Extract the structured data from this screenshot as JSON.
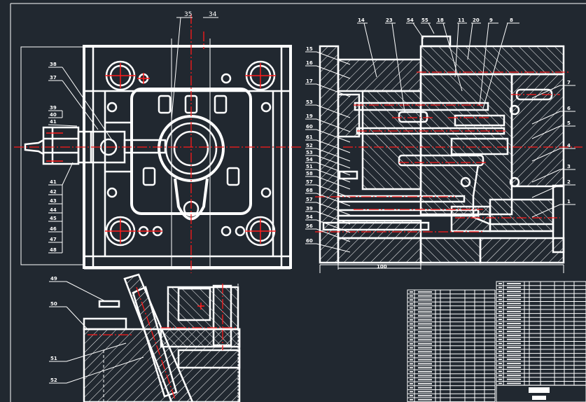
{
  "drawing": {
    "front_view": {
      "top_labels": [
        "35",
        "34"
      ],
      "left_labels_upper": [
        "38",
        "37",
        "39",
        "40",
        "41"
      ],
      "left_labels_lower": [
        "41",
        "42",
        "43",
        "44",
        "45",
        "46",
        "47",
        "48"
      ]
    },
    "side_view": {
      "top_labels": [
        "14",
        "23",
        "54",
        "55",
        "18",
        "11",
        "20",
        "9",
        "8"
      ],
      "left_labels": [
        "15",
        "16",
        "17",
        "53",
        "19",
        "60",
        "61",
        "52",
        "53",
        "54",
        "51",
        "58",
        "57",
        "68",
        "57",
        "39",
        "54",
        "56",
        "60"
      ],
      "right_labels": [
        "7",
        "6",
        "5",
        "4",
        "3",
        "2",
        "1"
      ],
      "dimension_label": "100"
    },
    "detail_view": {
      "labels": [
        "49",
        "50",
        "51",
        "52"
      ]
    },
    "colors": {
      "background": "#212830",
      "lines": "#ffffff",
      "centerline": "#ff1a1a"
    }
  }
}
